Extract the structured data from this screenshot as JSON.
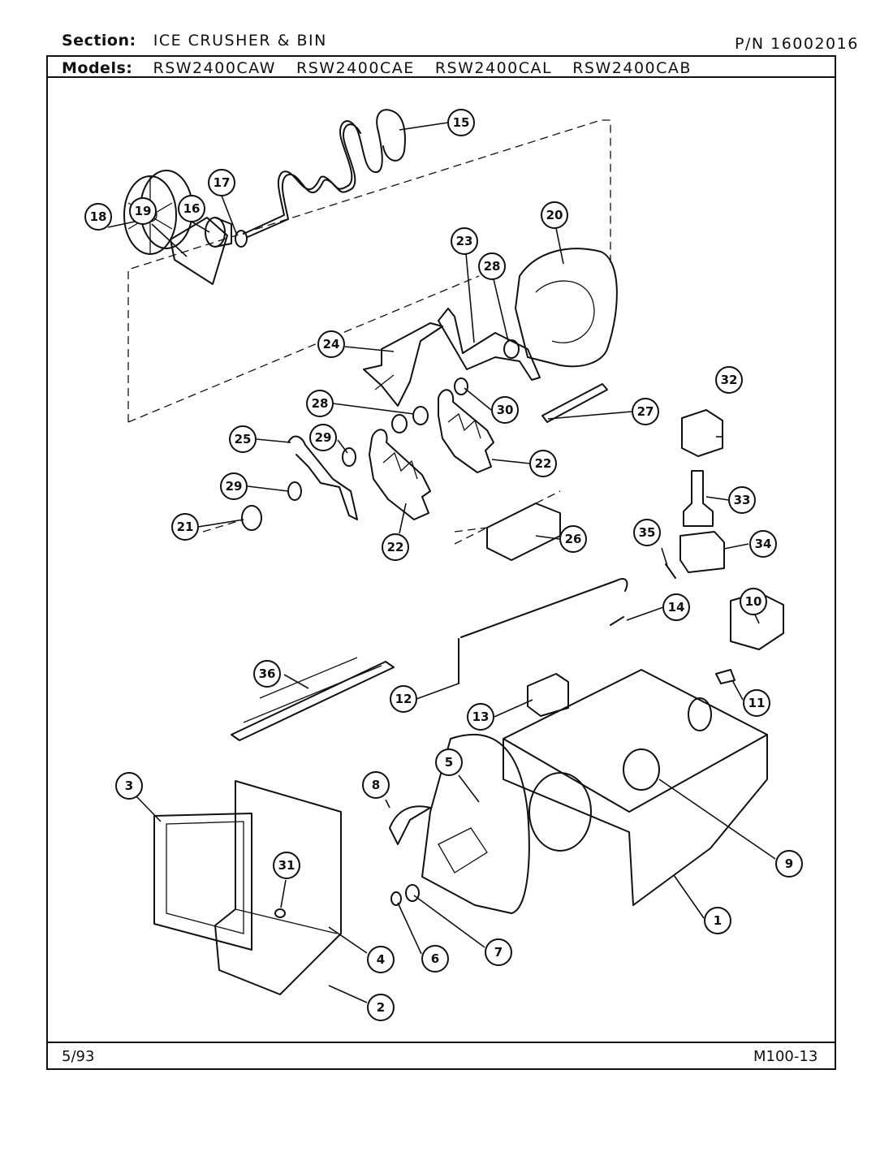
{
  "header": {
    "section_label": "Section:",
    "section_value": "ICE CRUSHER & BIN",
    "pn": "P/N 16002016",
    "models_label": "Models:",
    "models": [
      "RSW2400CAW",
      "RSW2400CAE",
      "RSW2400CAL",
      "RSW2400CAB"
    ]
  },
  "footer": {
    "date": "5/93",
    "page_code": "M100-13"
  },
  "callouts": [
    "15",
    "17",
    "16",
    "19",
    "18",
    "20",
    "28",
    "23",
    "24",
    "28",
    "30",
    "27",
    "32",
    "25",
    "29",
    "22",
    "29",
    "21",
    "22",
    "26",
    "33",
    "35",
    "34",
    "14",
    "10",
    "36",
    "12",
    "13",
    "11",
    "3",
    "8",
    "5",
    "9",
    "31",
    "6",
    "7",
    "4",
    "1",
    "2"
  ]
}
